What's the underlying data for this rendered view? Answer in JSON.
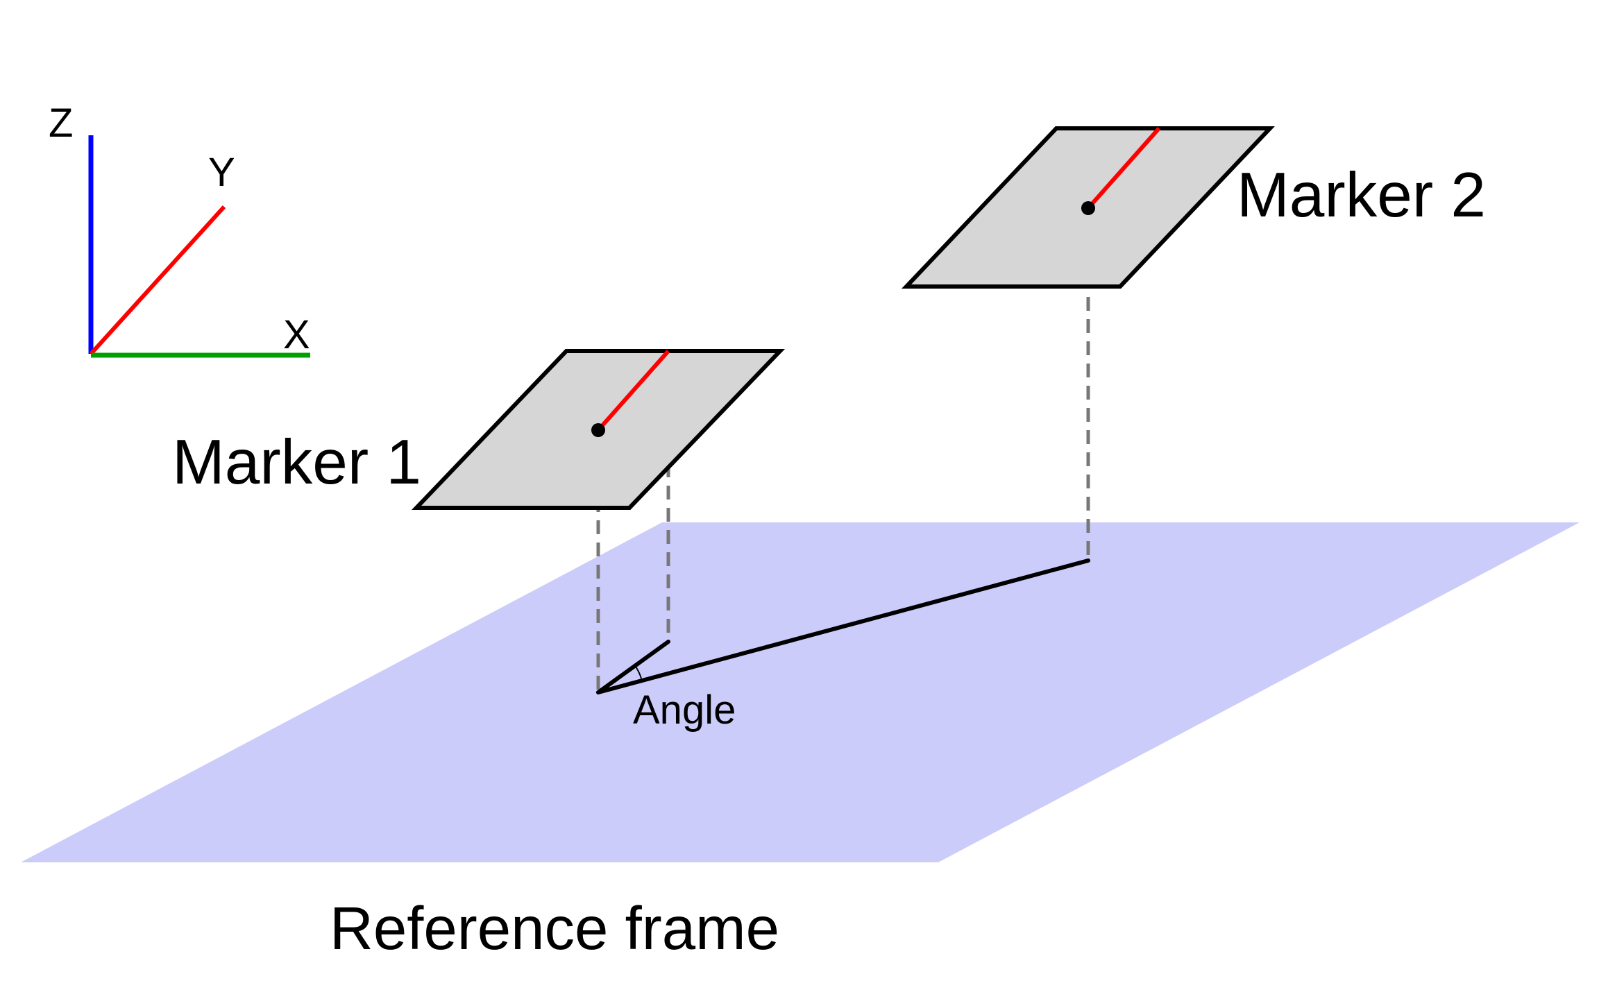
{
  "axes": {
    "z_label": "Z",
    "y_label": "Y",
    "x_label": "X",
    "z_color": "#0000ff",
    "y_color": "#ff0000",
    "x_color": "#00a000"
  },
  "markers": [
    {
      "label": "Marker 1"
    },
    {
      "label": "Marker 2"
    }
  ],
  "angle_label": "Angle",
  "reference_frame_label": "Reference frame",
  "colors": {
    "reference_plane": "#ccccfb",
    "marker_fill": "#d6d6d6",
    "marker_outline": "#000000",
    "marker_axis": "#ff0000",
    "projection_line": "#777777"
  }
}
